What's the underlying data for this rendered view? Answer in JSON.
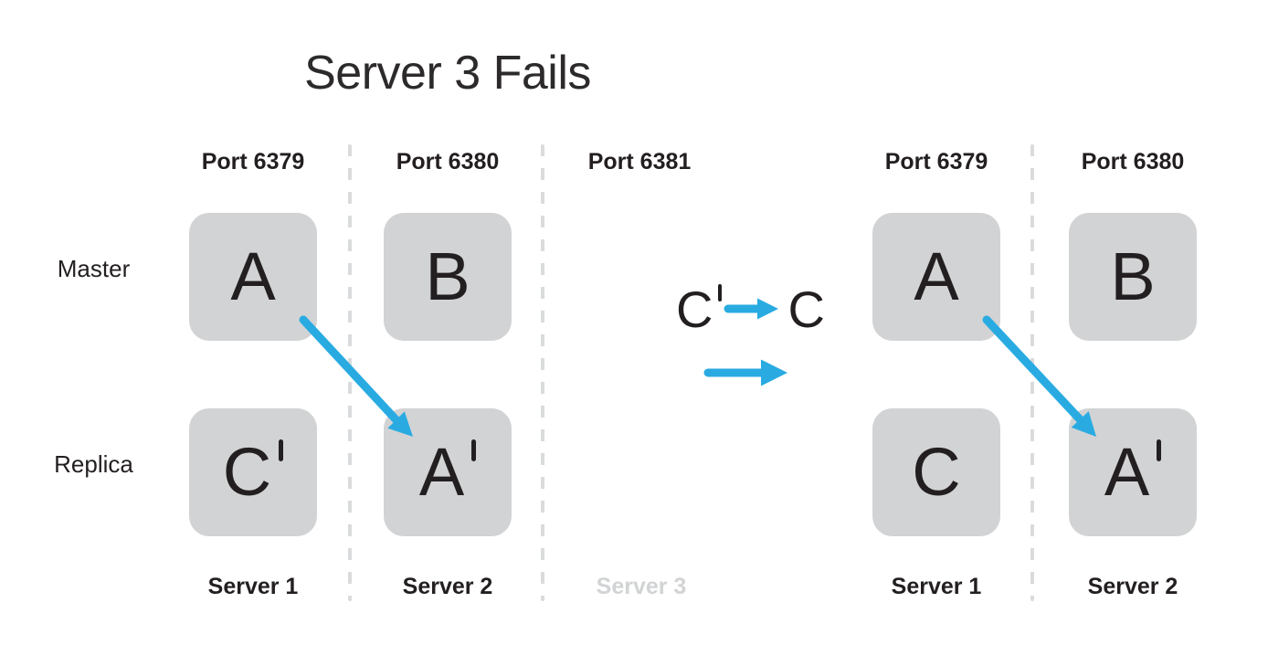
{
  "title": "Server 3 Fails",
  "colors": {
    "accent_blue": "#29abe2",
    "box_gray": "#d2d3d4",
    "text_dark": "#231f20",
    "faded_gray": "#d1d3d4",
    "dash_gray": "#dadbdc"
  },
  "row_labels": {
    "master": "Master",
    "replica": "Replica"
  },
  "left_group": {
    "columns": [
      {
        "port": "Port 6379",
        "server": "Server 1",
        "master_letter": "A",
        "master_prime": false,
        "replica_letter": "C",
        "replica_prime": true,
        "failed": false
      },
      {
        "port": "Port 6380",
        "server": "Server 2",
        "master_letter": "B",
        "master_prime": false,
        "replica_letter": "A",
        "replica_prime": true,
        "failed": false
      },
      {
        "port": "Port 6381",
        "server": "Server 3",
        "failed": true
      }
    ]
  },
  "right_group": {
    "columns": [
      {
        "port": "Port 6379",
        "server": "Server 1",
        "master_letter": "A",
        "master_prime": false,
        "replica_letter": "C",
        "replica_prime": false
      },
      {
        "port": "Port 6380",
        "server": "Server 2",
        "master_letter": "B",
        "master_prime": false,
        "replica_letter": "A",
        "replica_prime": true
      }
    ]
  },
  "promotion_note": {
    "from_letter": "C",
    "from_prime": true,
    "to_letter": "C"
  }
}
